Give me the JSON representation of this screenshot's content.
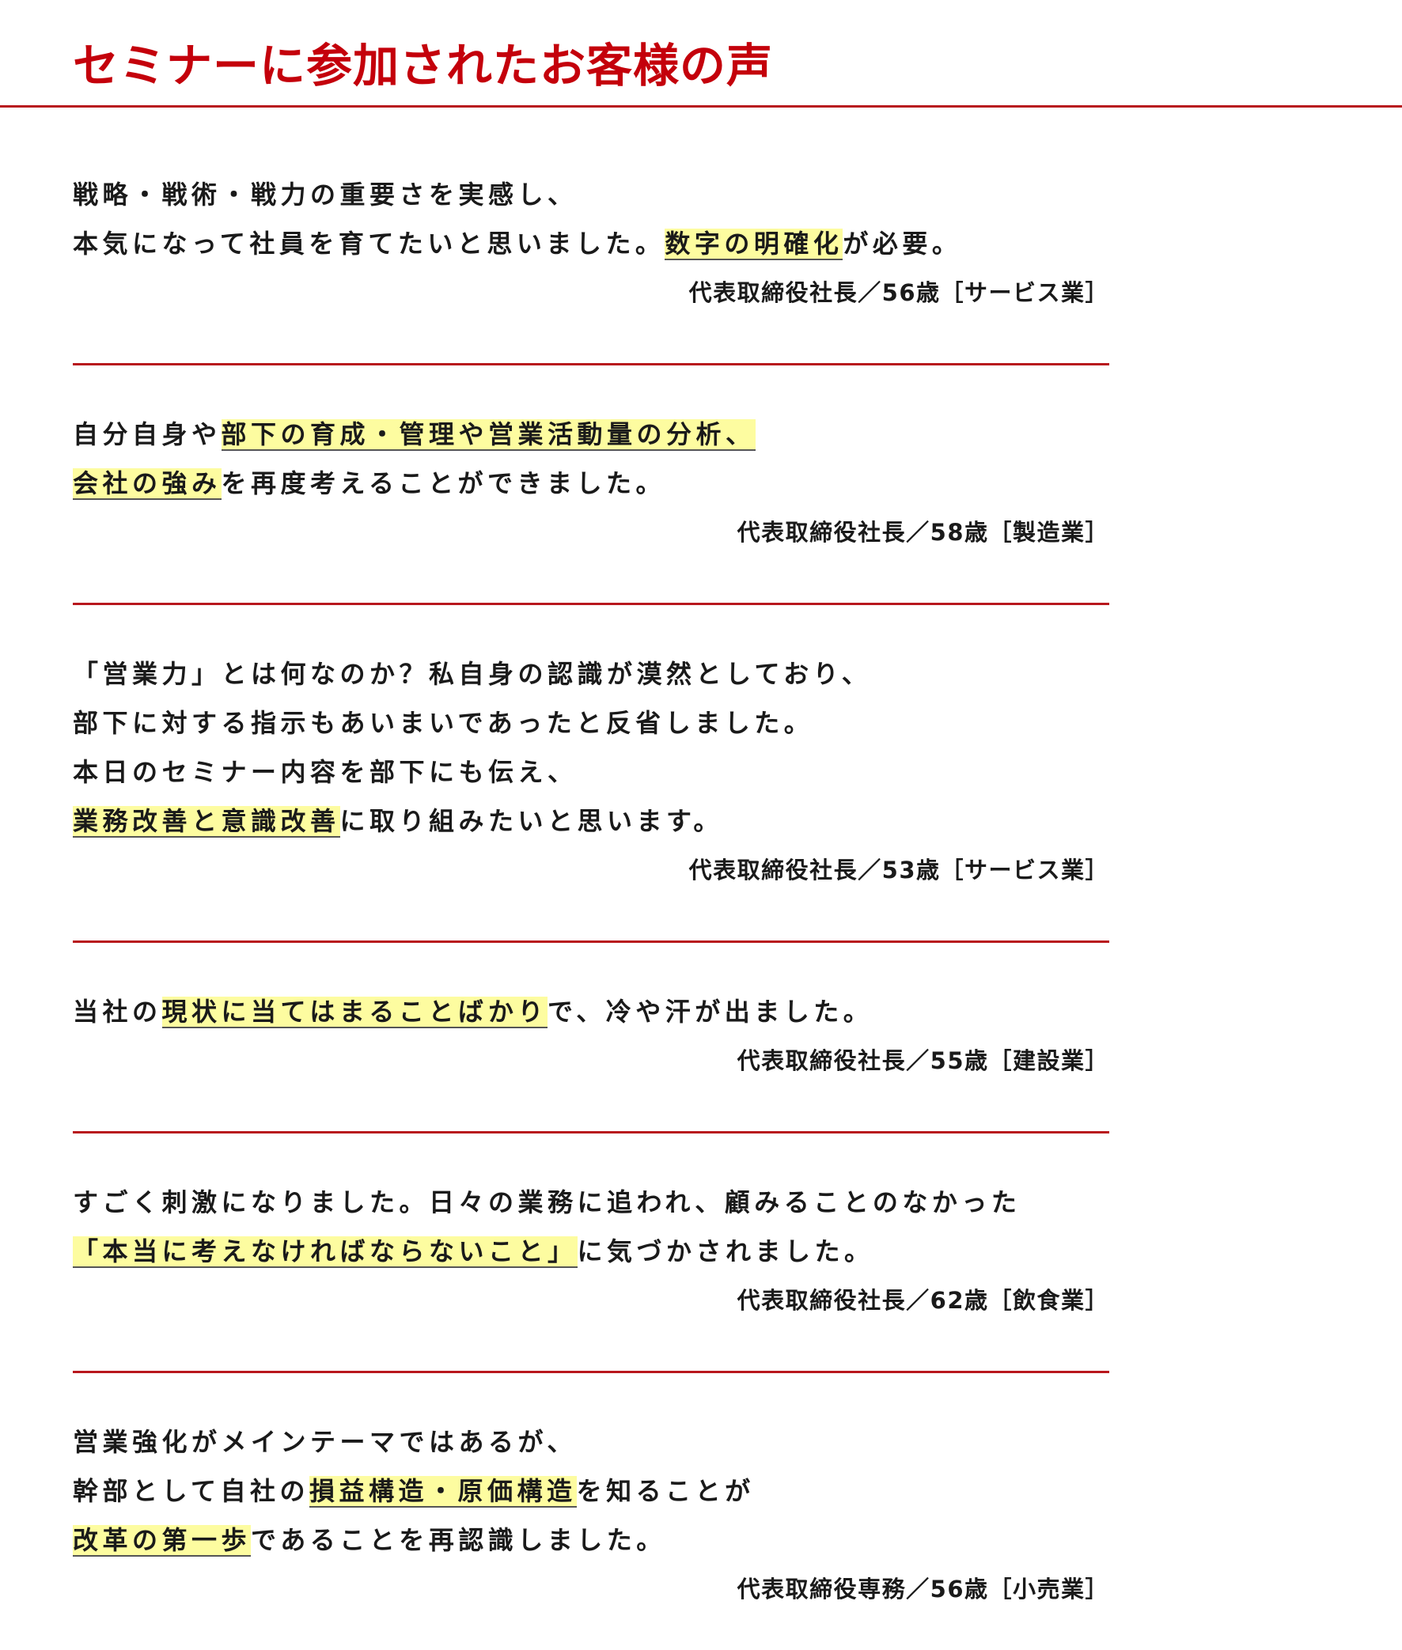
{
  "page": {
    "title": "セミナーに参加されたお客様の声"
  },
  "colors": {
    "accent": "#c4000b",
    "divider": "#b8171d",
    "highlight": "#fdfca0"
  },
  "testimonials": [
    {
      "lines": [
        [
          {
            "text": "戦略・戦術・戦力の重要さを実感し、",
            "hl": false
          }
        ],
        [
          {
            "text": "本気になって社員を育てたいと思いました。",
            "hl": false
          },
          {
            "text": "数字の明確化",
            "hl": true
          },
          {
            "text": "が必要。",
            "hl": false
          }
        ]
      ],
      "attribution": "代表取締役社長／56歳［サービス業］"
    },
    {
      "lines": [
        [
          {
            "text": "自分自身や",
            "hl": false
          },
          {
            "text": "部下の育成・管理や営業活動量の分析、",
            "hl": true
          }
        ],
        [
          {
            "text": "会社の強み",
            "hl": true
          },
          {
            "text": "を再度考えることができました。",
            "hl": false
          }
        ]
      ],
      "attribution": "代表取締役社長／58歳［製造業］"
    },
    {
      "lines": [
        [
          {
            "text": "「営業力」とは何なのか？私自身の認識が漠然としており、",
            "hl": false
          }
        ],
        [
          {
            "text": "部下に対する指示もあいまいであったと反省しました。",
            "hl": false
          }
        ],
        [
          {
            "text": "本日のセミナー内容を部下にも伝え、",
            "hl": false
          }
        ],
        [
          {
            "text": "業務改善と意識改善",
            "hl": true
          },
          {
            "text": "に取り組みたいと思います。",
            "hl": false
          }
        ]
      ],
      "attribution": "代表取締役社長／53歳［サービス業］"
    },
    {
      "lines": [
        [
          {
            "text": "当社の",
            "hl": false
          },
          {
            "text": "現状に当てはまることばかり",
            "hl": true
          },
          {
            "text": "で、冷や汗が出ました。",
            "hl": false
          }
        ]
      ],
      "attribution": "代表取締役社長／55歳［建設業］"
    },
    {
      "lines": [
        [
          {
            "text": "すごく刺激になりました。日々の業務に追われ、顧みることのなかった",
            "hl": false
          }
        ],
        [
          {
            "text": "「本当に考えなければならないこと」",
            "hl": true
          },
          {
            "text": "に気づかされました。",
            "hl": false
          }
        ]
      ],
      "attribution": "代表取締役社長／62歳［飲食業］"
    },
    {
      "lines": [
        [
          {
            "text": "営業強化がメインテーマではあるが、",
            "hl": false
          }
        ],
        [
          {
            "text": "幹部として自社の",
            "hl": false
          },
          {
            "text": "損益構造・原価構造",
            "hl": true
          },
          {
            "text": "を知ることが",
            "hl": false
          }
        ],
        [
          {
            "text": "改革の第一歩",
            "hl": true
          },
          {
            "text": "であることを再認識しました。",
            "hl": false
          }
        ]
      ],
      "attribution": "代表取締役専務／56歳［小売業］"
    }
  ]
}
